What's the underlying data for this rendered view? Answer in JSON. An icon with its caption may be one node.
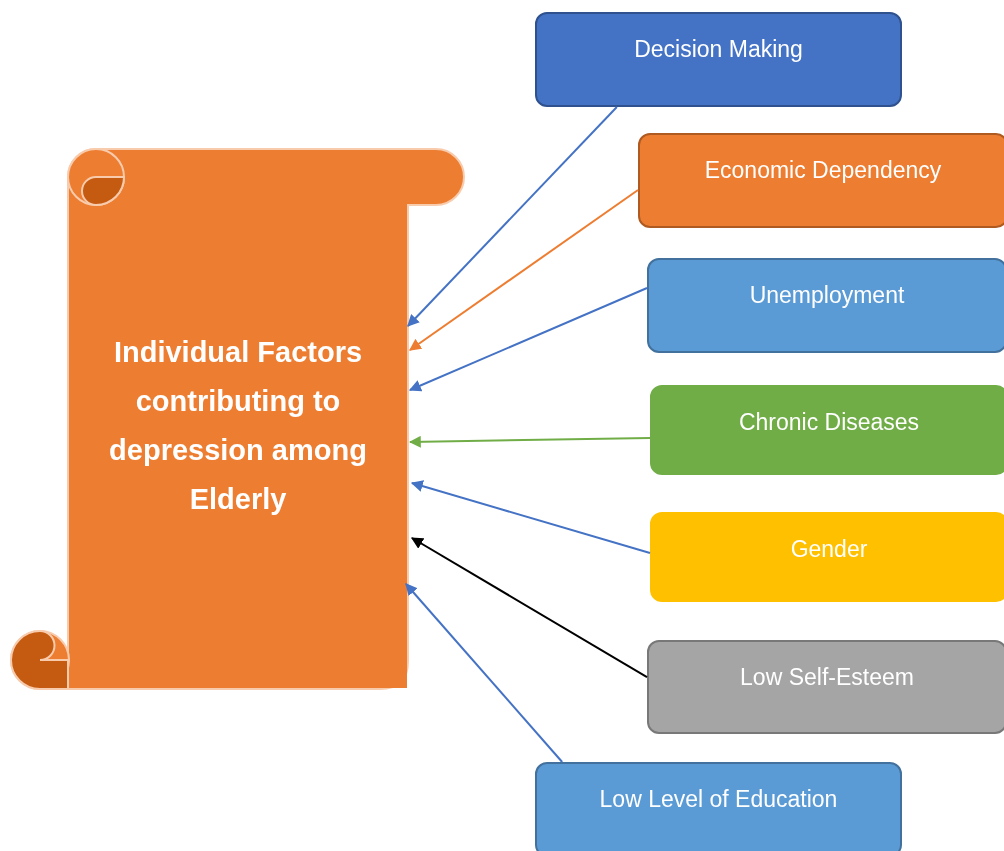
{
  "diagram": {
    "nodes": [
      {
        "text": [
          "Individual Factors contributing to depression among Elderly"
        ]
      },
      {
        "text": [
          "Decision Making"
        ]
      },
      {
        "text": [
          "Economic Dependency"
        ]
      },
      {
        "text": [
          "Unemployment"
        ]
      },
      {
        "text": [
          "Chronic Diseases"
        ]
      },
      {
        "text": [
          "Gender"
        ]
      },
      {
        "text": [
          "Low Self-Esteem"
        ]
      },
      {
        "text": [
          "Low Level of Education"
        ]
      }
    ],
    "edges": [
      {
        "from": 1,
        "to": 0,
        "arrow": "to"
      },
      {
        "from": 2,
        "to": 0,
        "arrow": "to",
        "color": "#ed7d31"
      },
      {
        "from": 3,
        "to": 0,
        "arrow": "to"
      },
      {
        "from": 4,
        "to": 0,
        "arrow": "to",
        "color": "#70ad47"
      },
      {
        "from": 5,
        "to": 0,
        "arrow": "to"
      },
      {
        "from": 6,
        "to": 0,
        "arrow": "to",
        "color": "#000000"
      },
      {
        "from": 7,
        "to": 0,
        "arrow": "to"
      }
    ]
  }
}
